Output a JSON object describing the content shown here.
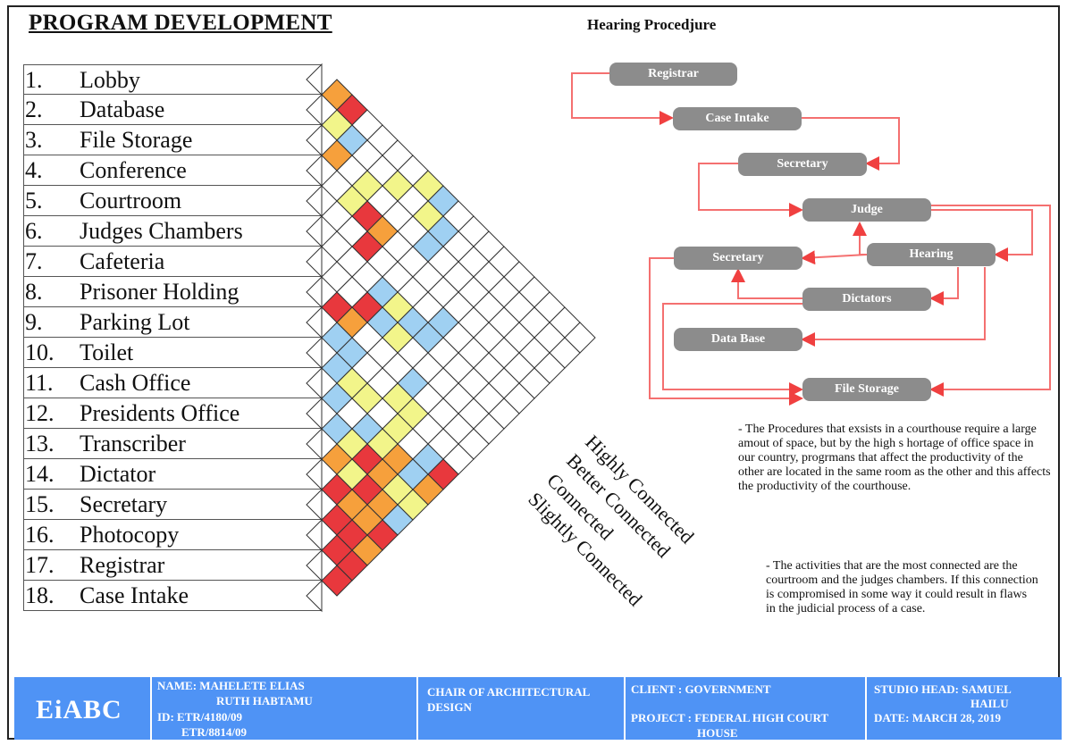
{
  "title": "PROGRAM DEVELOPMENT",
  "program": [
    {
      "num": "1.",
      "label": "Lobby"
    },
    {
      "num": "2.",
      "label": "Database"
    },
    {
      "num": "3.",
      "label": "File Storage"
    },
    {
      "num": "4.",
      "label": "Conference"
    },
    {
      "num": "5.",
      "label": "Courtroom"
    },
    {
      "num": "6.",
      "label": "Judges Chambers"
    },
    {
      "num": "7.",
      "label": "Cafeteria"
    },
    {
      "num": "8.",
      "label": "Prisoner Holding"
    },
    {
      "num": "9.",
      "label": "Parking Lot"
    },
    {
      "num": "10.",
      "label": "Toilet"
    },
    {
      "num": "11.",
      "label": "Cash Office"
    },
    {
      "num": "12.",
      "label": "Presidents Office"
    },
    {
      "num": "13.",
      "label": "Transcriber"
    },
    {
      "num": "14.",
      "label": "Dictator"
    },
    {
      "num": "15.",
      "label": "Secretary"
    },
    {
      "num": "16.",
      "label": "Photocopy"
    },
    {
      "num": "17.",
      "label": "Registrar"
    },
    {
      "num": "18.",
      "label": "Case Intake"
    }
  ],
  "legend": [
    {
      "label": "Highly Connected",
      "color": "#e8383d"
    },
    {
      "label": "Better Connected",
      "color": "#f6a03c"
    },
    {
      "label": "Connected",
      "color": "#f2f58a"
    },
    {
      "label": "Slightly Connected",
      "color": "#9fd0f2"
    }
  ],
  "colors": {
    "highly": "#e8383d",
    "better": "#f6a03c",
    "connected": "#f2f58a",
    "slightly": "#9fd0f2",
    "flow_arrow": "#f04040",
    "flow_box": "#8c8c8c",
    "footer": "#4f93f5"
  },
  "matrix_cells": [
    [
      1,
      2,
      "better"
    ],
    [
      1,
      3,
      "highly"
    ],
    [
      2,
      3,
      "connected"
    ],
    [
      2,
      4,
      "slightly"
    ],
    [
      3,
      4,
      "better"
    ],
    [
      3,
      6,
      "connected"
    ],
    [
      4,
      6,
      "connected"
    ],
    [
      4,
      7,
      "highly"
    ],
    [
      2,
      7,
      "connected"
    ],
    [
      4,
      8,
      "better"
    ],
    [
      5,
      8,
      "highly"
    ],
    [
      5,
      13,
      "slightly"
    ],
    [
      6,
      13,
      "slightly"
    ],
    [
      6,
      12,
      "slightly"
    ],
    [
      6,
      11,
      "connected"
    ],
    [
      7,
      11,
      "slightly"
    ],
    [
      7,
      12,
      "connected"
    ],
    [
      6,
      10,
      "slightly"
    ],
    [
      7,
      10,
      "highly"
    ],
    [
      8,
      10,
      "slightly"
    ],
    [
      9,
      10,
      "connected"
    ],
    [
      1,
      8,
      "connected"
    ],
    [
      1,
      9,
      "slightly"
    ],
    [
      2,
      9,
      "connected"
    ],
    [
      2,
      10,
      "slightly"
    ],
    [
      3,
      10,
      "slightly"
    ],
    [
      8,
      9,
      "highly"
    ],
    [
      8,
      10,
      "better"
    ],
    [
      9,
      10,
      "slightly"
    ],
    [
      9,
      11,
      "slightly"
    ],
    [
      8,
      14,
      "slightly"
    ],
    [
      9,
      14,
      "connected"
    ],
    [
      9,
      15,
      "connected"
    ],
    [
      10,
      15,
      "connected"
    ],
    [
      11,
      15,
      "connected"
    ],
    [
      11,
      16,
      "better"
    ],
    [
      12,
      16,
      "better"
    ],
    [
      12,
      17,
      "connected"
    ],
    [
      13,
      17,
      "connected"
    ],
    [
      13,
      18,
      "slightly"
    ],
    [
      16,
      17,
      "slightly"
    ],
    [
      16,
      18,
      "connected"
    ],
    [
      17,
      18,
      "better"
    ],
    [
      15,
      17,
      "slightly"
    ],
    [
      15,
      18,
      "better"
    ],
    [
      10,
      11,
      "slightly"
    ],
    [
      11,
      12,
      "slightly"
    ],
    [
      12,
      13,
      "slightly"
    ],
    [
      11,
      14,
      "slightly"
    ],
    [
      12,
      14,
      "connected"
    ],
    [
      13,
      14,
      "connected"
    ],
    [
      13,
      15,
      "connected"
    ],
    [
      14,
      15,
      "slightly"
    ],
    [
      14,
      16,
      "connected"
    ],
    [
      14,
      17,
      "better"
    ],
    [
      15,
      16,
      "better"
    ],
    [
      10,
      12,
      "connected"
    ],
    [
      10,
      13,
      "connected"
    ],
    [
      12,
      15,
      "better"
    ],
    [
      12,
      18,
      "connected"
    ],
    [
      11,
      17,
      "slightly"
    ],
    [
      11,
      18,
      "better"
    ],
    [
      10,
      17,
      "slightly"
    ],
    [
      10,
      18,
      "highly"
    ],
    [
      16,
      13,
      "connected"
    ],
    [
      15,
      13,
      "connected"
    ],
    [
      13,
      16,
      "slightly"
    ],
    [
      14,
      18,
      "highly"
    ],
    [
      15,
      14,
      "connected"
    ],
    [
      16,
      15,
      "connected"
    ],
    [
      13,
      18,
      "slightly"
    ],
    [
      14,
      13,
      "better"
    ],
    [
      14,
      15,
      "highly"
    ],
    [
      15,
      16,
      "highly"
    ],
    [
      16,
      17,
      "highly"
    ],
    [
      17,
      18,
      "highly"
    ],
    [
      16,
      18,
      "highly"
    ],
    [
      15,
      17,
      "highly"
    ],
    [
      14,
      16,
      "better"
    ],
    [
      14,
      17,
      "better"
    ],
    [
      15,
      18,
      "better"
    ],
    [
      13,
      16,
      "highly"
    ],
    [
      13,
      17,
      "better"
    ],
    [
      12,
      15,
      "highly"
    ]
  ],
  "flow": {
    "title": "Hearing Procedjure",
    "boxes": {
      "registrar": "Registrar",
      "case_intake": "Case Intake",
      "secretary_top": "Secretary",
      "judge": "Judge",
      "hearing": "Hearing",
      "secretary_mid": "Secretary",
      "dictators": "Dictators",
      "data_base": "Data Base",
      "file_storage": "File Storage"
    }
  },
  "notes": {
    "note1": "- The Procedures that exsists in a courthouse require a large amout of space, but by the high s hortage of office space in our country, progrmans that affect the productivity of the other are located in the same room as the other and this affects the productivity of the courthouse.",
    "note2": "- The activities that are the most connected are the courtroom and the judges chambers. If this connection is compromised in some way it could result in flaws in the judicial process of a case."
  },
  "footer": {
    "logo": "EiABC",
    "name_line1": "NAME: MAHELETE ELIAS",
    "name_line2": "RUTH HABTAMU",
    "id_line1": "ID: ETR/4180/09",
    "id_line2": "ETR/8814/09",
    "chair": "CHAIR OF ARCHITECTURAL DESIGN",
    "client": "CLIENT : GOVERNMENT",
    "project_line1": "PROJECT : FEDERAL HIGH COURT",
    "project_line2": "HOUSE",
    "studio_head_line1": "STUDIO HEAD: SAMUEL",
    "studio_head_line2": "HAILU",
    "date": "DATE: MARCH 28, 2019"
  }
}
